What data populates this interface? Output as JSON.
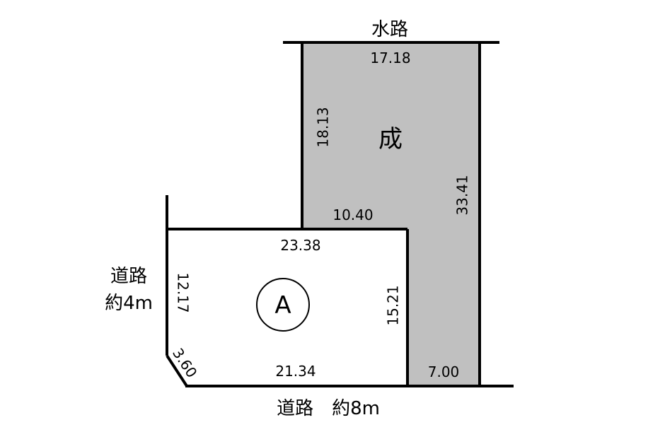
{
  "colors": {
    "line": "#000000",
    "shaded_lot": "#c0c0c0",
    "lot_a": "#ffffff",
    "background": "#ffffff"
  },
  "labels": {
    "waterway": "水路",
    "road_west_line1": "道路",
    "road_west_line2": "約4m",
    "road_south": "道路　約8m",
    "shaded_lot_name": "成",
    "lot_a_name": "A"
  },
  "dimensions": {
    "top_edge": "17.18",
    "shaded_west": "18.13",
    "shaded_notch": "10.40",
    "shaded_east": "33.41",
    "shaded_bottom": "7.00",
    "lot_a_top": "23.38",
    "lot_a_west": "12.17",
    "lot_a_east": "15.21",
    "lot_a_bottom": "21.34",
    "corner_cut": "3.60"
  }
}
